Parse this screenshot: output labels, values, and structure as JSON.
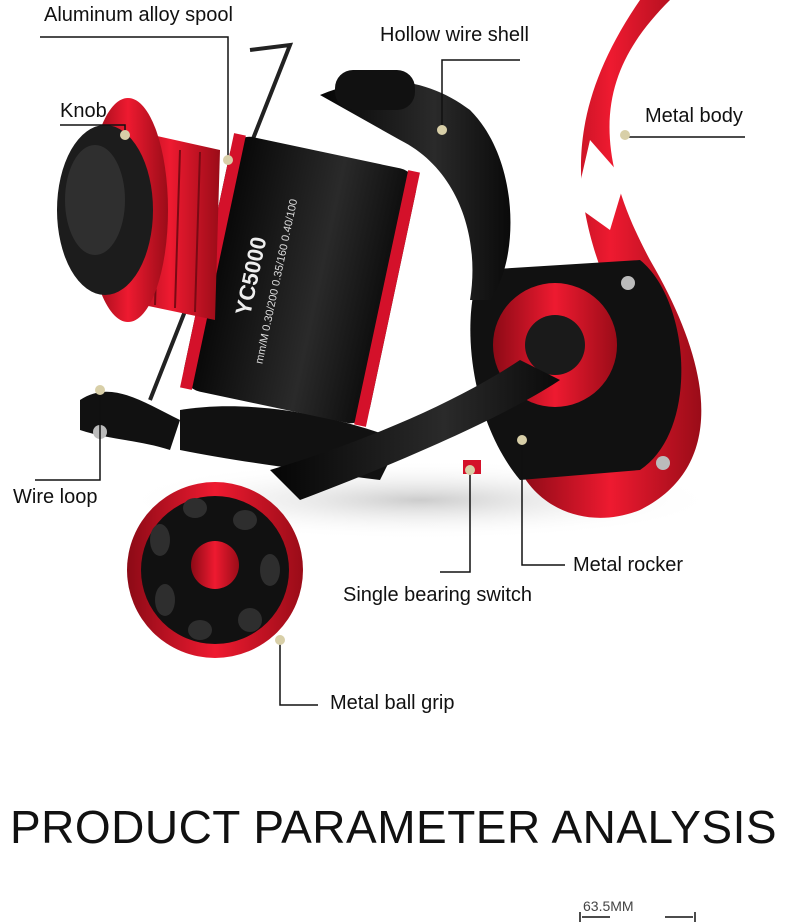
{
  "product": {
    "model": "YC5000",
    "spec": "mm/M 0.30/200 0.35/160 0.40/100"
  },
  "callouts": {
    "spool": "Aluminum alloy spool",
    "shell": "Hollow wire shell",
    "knob": "Knob",
    "body": "Metal body",
    "wire_loop": "Wire loop",
    "rocker": "Metal rocker",
    "switch": "Single bearing switch",
    "grip": "Metal ball grip"
  },
  "section_title": "PRODUCT PARAMETER ANALYSIS",
  "dimension": "63.5MM",
  "colors": {
    "accent_red": "#d4112a",
    "body_black": "#151515",
    "dot": "#d8cfa8"
  }
}
